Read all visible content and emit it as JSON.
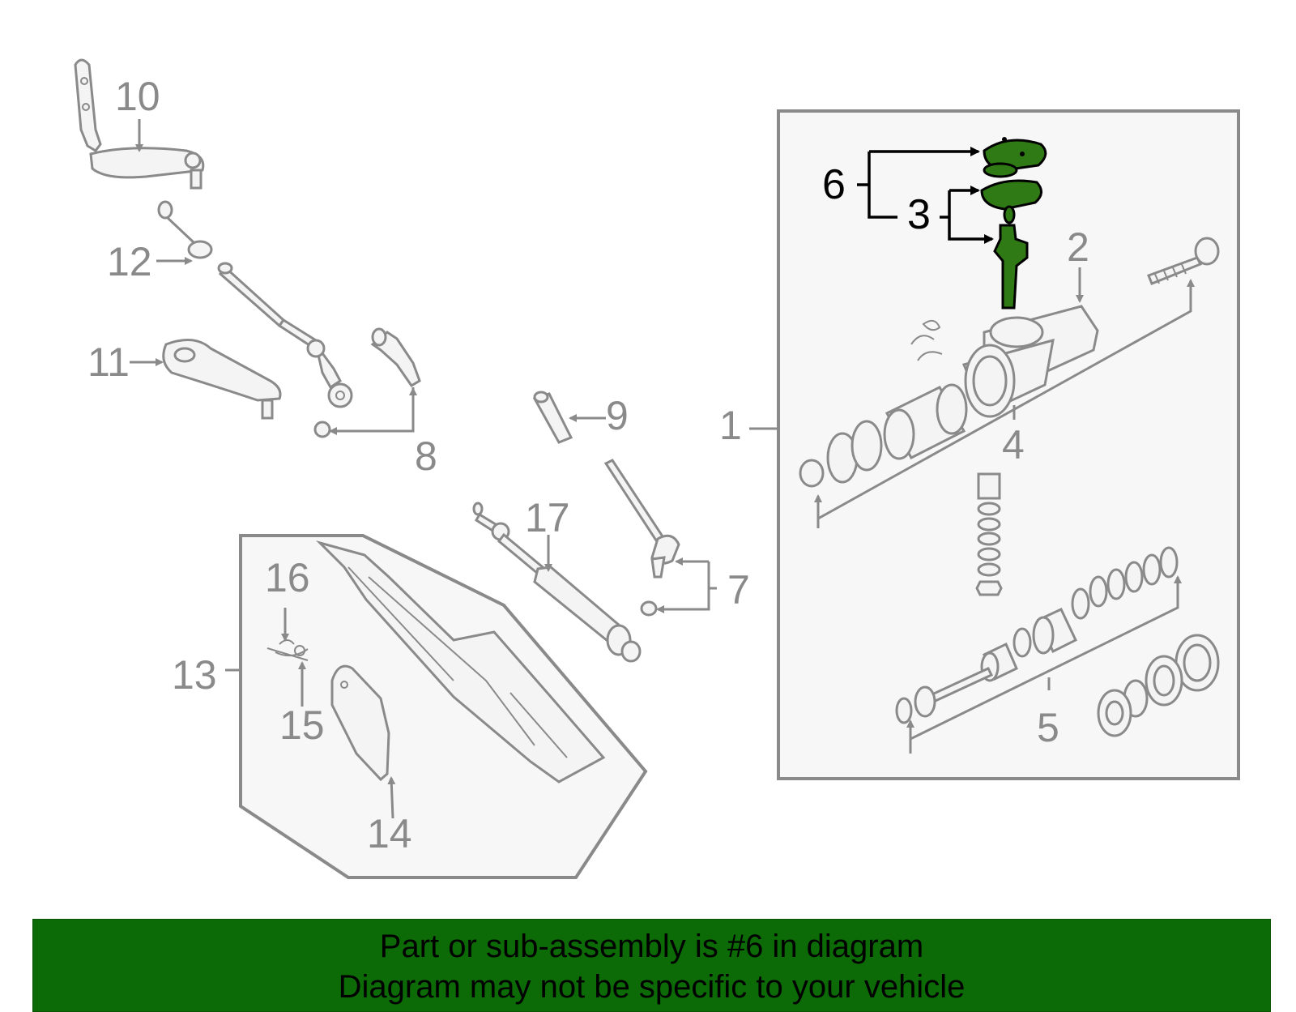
{
  "banner": {
    "line1": "Part or sub-assembly is #6 in diagram",
    "line2": "Diagram may not be specific to your vehicle",
    "background": "#0c6a07"
  },
  "highlight_color": "#2f7a14",
  "callouts": {
    "n1": "1",
    "n2": "2",
    "n3": "3",
    "n4": "4",
    "n5": "5",
    "n6": "6",
    "n7": "7",
    "n8": "8",
    "n9": "9",
    "n10": "10",
    "n11": "11",
    "n12": "12",
    "n13": "13",
    "n14": "14",
    "n15": "15",
    "n16": "16",
    "n17": "17"
  }
}
